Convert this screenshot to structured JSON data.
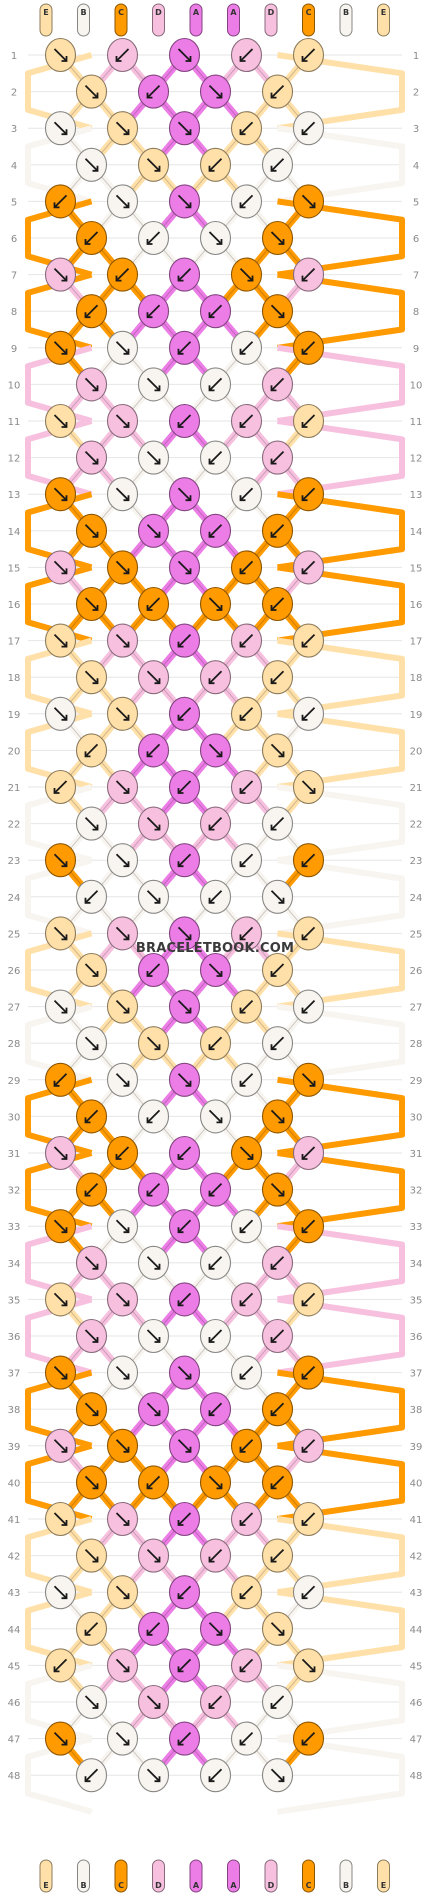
{
  "site": {
    "watermark": "BRACELETBOOK.COM"
  },
  "palette": {
    "E": "#FFE0A8",
    "B": "#F8F5F0",
    "C": "#FF9A00",
    "D": "#F7C0DF",
    "A": "#EC7CE6"
  },
  "strands": {
    "top": [
      "E",
      "B",
      "C",
      "D",
      "A",
      "A",
      "D",
      "C",
      "B",
      "E"
    ],
    "bottom": [
      "E",
      "B",
      "C",
      "D",
      "A",
      "A",
      "D",
      "C",
      "B",
      "E"
    ]
  },
  "rows": [
    "1",
    "2",
    "3",
    "4",
    "5",
    "6",
    "7",
    "8",
    "9",
    "10",
    "11",
    "12",
    "13",
    "14",
    "15",
    "16",
    "17",
    "18",
    "19",
    "20",
    "21",
    "22",
    "23",
    "24",
    "25",
    "26",
    "27",
    "28",
    "29",
    "30",
    "31",
    "32",
    "33",
    "34",
    "35",
    "36",
    "37",
    "38",
    "39",
    "40",
    "41",
    "42",
    "43",
    "44",
    "45",
    "46",
    "47",
    "48"
  ],
  "knot_rows": [
    {
      "c": [
        "E",
        "D",
        "A",
        "D",
        "E"
      ],
      "d": [
        "R",
        "L",
        "R",
        "L",
        "L"
      ]
    },
    {
      "c": [
        "E",
        "A",
        "A",
        "E"
      ],
      "d": [
        "R",
        "L",
        "R",
        "L"
      ]
    },
    {
      "c": [
        "B",
        "E",
        "A",
        "E",
        "B"
      ],
      "d": [
        "R",
        "R",
        "R",
        "L",
        "L"
      ]
    },
    {
      "c": [
        "B",
        "E",
        "E",
        "B"
      ],
      "d": [
        "R",
        "R",
        "L",
        "L"
      ]
    },
    {
      "c": [
        "C",
        "B",
        "A",
        "B",
        "C"
      ],
      "d": [
        "L",
        "R",
        "R",
        "L",
        "R"
      ]
    },
    {
      "c": [
        "C",
        "B",
        "B",
        "C"
      ],
      "d": [
        "L",
        "L",
        "R",
        "R"
      ]
    },
    {
      "c": [
        "D",
        "C",
        "A",
        "C",
        "D"
      ],
      "d": [
        "R",
        "L",
        "L",
        "R",
        "L"
      ]
    },
    {
      "c": [
        "C",
        "A",
        "A",
        "C"
      ],
      "d": [
        "L",
        "L",
        "L",
        "R"
      ]
    },
    {
      "c": [
        "C",
        "B",
        "A",
        "B",
        "C"
      ],
      "d": [
        "R",
        "R",
        "L",
        "L",
        "L"
      ]
    },
    {
      "c": [
        "D",
        "B",
        "B",
        "D"
      ],
      "d": [
        "R",
        "R",
        "L",
        "L"
      ]
    },
    {
      "c": [
        "E",
        "D",
        "A",
        "D",
        "E"
      ],
      "d": [
        "R",
        "R",
        "L",
        "L",
        "L"
      ]
    },
    {
      "c": [
        "D",
        "B",
        "B",
        "D"
      ],
      "d": [
        "R",
        "R",
        "L",
        "L"
      ]
    },
    {
      "c": [
        "C",
        "B",
        "A",
        "B",
        "C"
      ],
      "d": [
        "R",
        "R",
        "R",
        "L",
        "L"
      ]
    },
    {
      "c": [
        "C",
        "A",
        "A",
        "C"
      ],
      "d": [
        "R",
        "R",
        "L",
        "L"
      ]
    },
    {
      "c": [
        "D",
        "C",
        "A",
        "C",
        "D"
      ],
      "d": [
        "R",
        "R",
        "R",
        "L",
        "L"
      ]
    },
    {
      "c": [
        "C",
        "C",
        "C",
        "C"
      ],
      "d": [
        "R",
        "L",
        "R",
        "L"
      ]
    },
    {
      "c": [
        "E",
        "D",
        "A",
        "D",
        "E"
      ],
      "d": [
        "R",
        "R",
        "L",
        "L",
        "L"
      ]
    },
    {
      "c": [
        "E",
        "D",
        "D",
        "E"
      ],
      "d": [
        "R",
        "R",
        "L",
        "L"
      ]
    },
    {
      "c": [
        "B",
        "E",
        "A",
        "E",
        "B"
      ],
      "d": [
        "R",
        "R",
        "L",
        "L",
        "L"
      ]
    },
    {
      "c": [
        "E",
        "A",
        "A",
        "E"
      ],
      "d": [
        "L",
        "L",
        "R",
        "R"
      ]
    },
    {
      "c": [
        "E",
        "D",
        "A",
        "D",
        "E"
      ],
      "d": [
        "L",
        "R",
        "L",
        "L",
        "R"
      ]
    },
    {
      "c": [
        "B",
        "D",
        "D",
        "B"
      ],
      "d": [
        "R",
        "R",
        "L",
        "L"
      ]
    },
    {
      "c": [
        "C",
        "B",
        "A",
        "B",
        "C"
      ],
      "d": [
        "R",
        "R",
        "L",
        "L",
        "L"
      ]
    },
    {
      "c": [
        "B",
        "B",
        "B",
        "B"
      ],
      "d": [
        "L",
        "R",
        "L",
        "R"
      ]
    },
    {
      "c": [
        "E",
        "D",
        "A",
        "D",
        "E"
      ],
      "d": [
        "R",
        "R",
        "R",
        "L",
        "L"
      ]
    },
    {
      "c": [
        "E",
        "A",
        "A",
        "E"
      ],
      "d": [
        "R",
        "L",
        "R",
        "L"
      ]
    },
    {
      "c": [
        "B",
        "E",
        "A",
        "E",
        "B"
      ],
      "d": [
        "R",
        "R",
        "R",
        "L",
        "L"
      ]
    },
    {
      "c": [
        "B",
        "E",
        "E",
        "B"
      ],
      "d": [
        "R",
        "R",
        "L",
        "L"
      ]
    },
    {
      "c": [
        "C",
        "B",
        "A",
        "B",
        "C"
      ],
      "d": [
        "L",
        "R",
        "R",
        "L",
        "R"
      ]
    },
    {
      "c": [
        "C",
        "B",
        "B",
        "C"
      ],
      "d": [
        "L",
        "L",
        "R",
        "R"
      ]
    },
    {
      "c": [
        "D",
        "C",
        "A",
        "C",
        "D"
      ],
      "d": [
        "R",
        "L",
        "L",
        "R",
        "L"
      ]
    },
    {
      "c": [
        "C",
        "A",
        "A",
        "C"
      ],
      "d": [
        "L",
        "L",
        "L",
        "R"
      ]
    },
    {
      "c": [
        "C",
        "B",
        "A",
        "B",
        "C"
      ],
      "d": [
        "R",
        "R",
        "L",
        "L",
        "L"
      ]
    },
    {
      "c": [
        "D",
        "B",
        "B",
        "D"
      ],
      "d": [
        "R",
        "R",
        "L",
        "L"
      ]
    },
    {
      "c": [
        "E",
        "D",
        "A",
        "D",
        "E"
      ],
      "d": [
        "R",
        "R",
        "L",
        "L",
        "L"
      ]
    },
    {
      "c": [
        "D",
        "B",
        "B",
        "D"
      ],
      "d": [
        "R",
        "R",
        "L",
        "L"
      ]
    },
    {
      "c": [
        "C",
        "B",
        "A",
        "B",
        "C"
      ],
      "d": [
        "R",
        "R",
        "R",
        "L",
        "L"
      ]
    },
    {
      "c": [
        "C",
        "A",
        "A",
        "C"
      ],
      "d": [
        "R",
        "R",
        "L",
        "L"
      ]
    },
    {
      "c": [
        "D",
        "C",
        "A",
        "C",
        "D"
      ],
      "d": [
        "R",
        "R",
        "R",
        "L",
        "L"
      ]
    },
    {
      "c": [
        "C",
        "C",
        "C",
        "C"
      ],
      "d": [
        "R",
        "L",
        "R",
        "L"
      ]
    },
    {
      "c": [
        "E",
        "D",
        "A",
        "D",
        "E"
      ],
      "d": [
        "R",
        "R",
        "L",
        "L",
        "L"
      ]
    },
    {
      "c": [
        "E",
        "D",
        "D",
        "E"
      ],
      "d": [
        "R",
        "R",
        "L",
        "L"
      ]
    },
    {
      "c": [
        "B",
        "E",
        "A",
        "E",
        "B"
      ],
      "d": [
        "R",
        "R",
        "L",
        "L",
        "L"
      ]
    },
    {
      "c": [
        "E",
        "A",
        "A",
        "E"
      ],
      "d": [
        "L",
        "L",
        "R",
        "R"
      ]
    },
    {
      "c": [
        "E",
        "D",
        "A",
        "D",
        "E"
      ],
      "d": [
        "L",
        "R",
        "L",
        "L",
        "R"
      ]
    },
    {
      "c": [
        "B",
        "D",
        "D",
        "B"
      ],
      "d": [
        "R",
        "R",
        "L",
        "L"
      ]
    },
    {
      "c": [
        "C",
        "B",
        "A",
        "B",
        "C"
      ],
      "d": [
        "R",
        "R",
        "L",
        "L",
        "L"
      ]
    },
    {
      "c": [
        "B",
        "B",
        "B",
        "B"
      ],
      "d": [
        "L",
        "R",
        "L",
        "R"
      ]
    }
  ]
}
